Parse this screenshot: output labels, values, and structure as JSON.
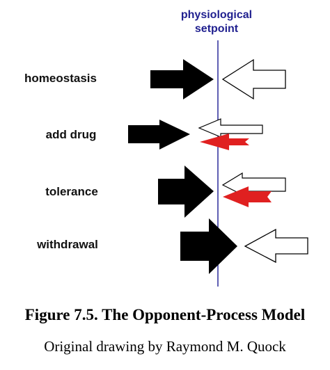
{
  "diagram": {
    "setpoint_label_line1": "physiological",
    "setpoint_label_line2": "setpoint",
    "rows": [
      {
        "label": "homeostasis"
      },
      {
        "label": "add drug"
      },
      {
        "label": "tolerance"
      },
      {
        "label": "withdrawal"
      }
    ]
  },
  "caption": {
    "title": "Figure 7.5.  The Opponent-Process Model",
    "subtitle": "Original drawing by Raymond M. Quock"
  },
  "colors": {
    "setpoint_line": "#2a2a9a",
    "process_a_arrow": "#000000",
    "process_b_arrow": "#ffffff",
    "drug_arrow": "#e02020"
  }
}
